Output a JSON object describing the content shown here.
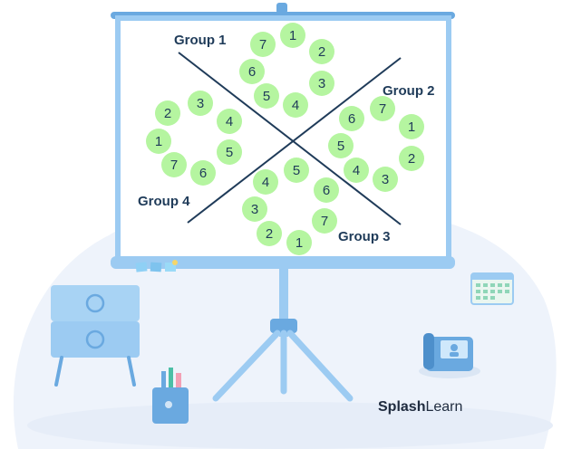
{
  "groups": [
    {
      "label": "Group 1",
      "numbers": [
        "1",
        "2",
        "3",
        "4",
        "5",
        "6",
        "7"
      ]
    },
    {
      "label": "Group 2",
      "numbers": [
        "1",
        "2",
        "3",
        "4",
        "5",
        "6",
        "7"
      ]
    },
    {
      "label": "Group 3",
      "numbers": [
        "1",
        "2",
        "3",
        "4",
        "5",
        "6",
        "7"
      ]
    },
    {
      "label": "Group 4",
      "numbers": [
        "1",
        "2",
        "3",
        "4",
        "5",
        "6",
        "7"
      ]
    }
  ],
  "brand": {
    "bold": "Splash",
    "light": "Learn"
  },
  "colors": {
    "circle_fill": "#b5f5a0",
    "line": "#1f3b59",
    "frame": "#9ccbf2",
    "frame_dark": "#6aa9e0",
    "background_blob": "#eef3fb"
  }
}
